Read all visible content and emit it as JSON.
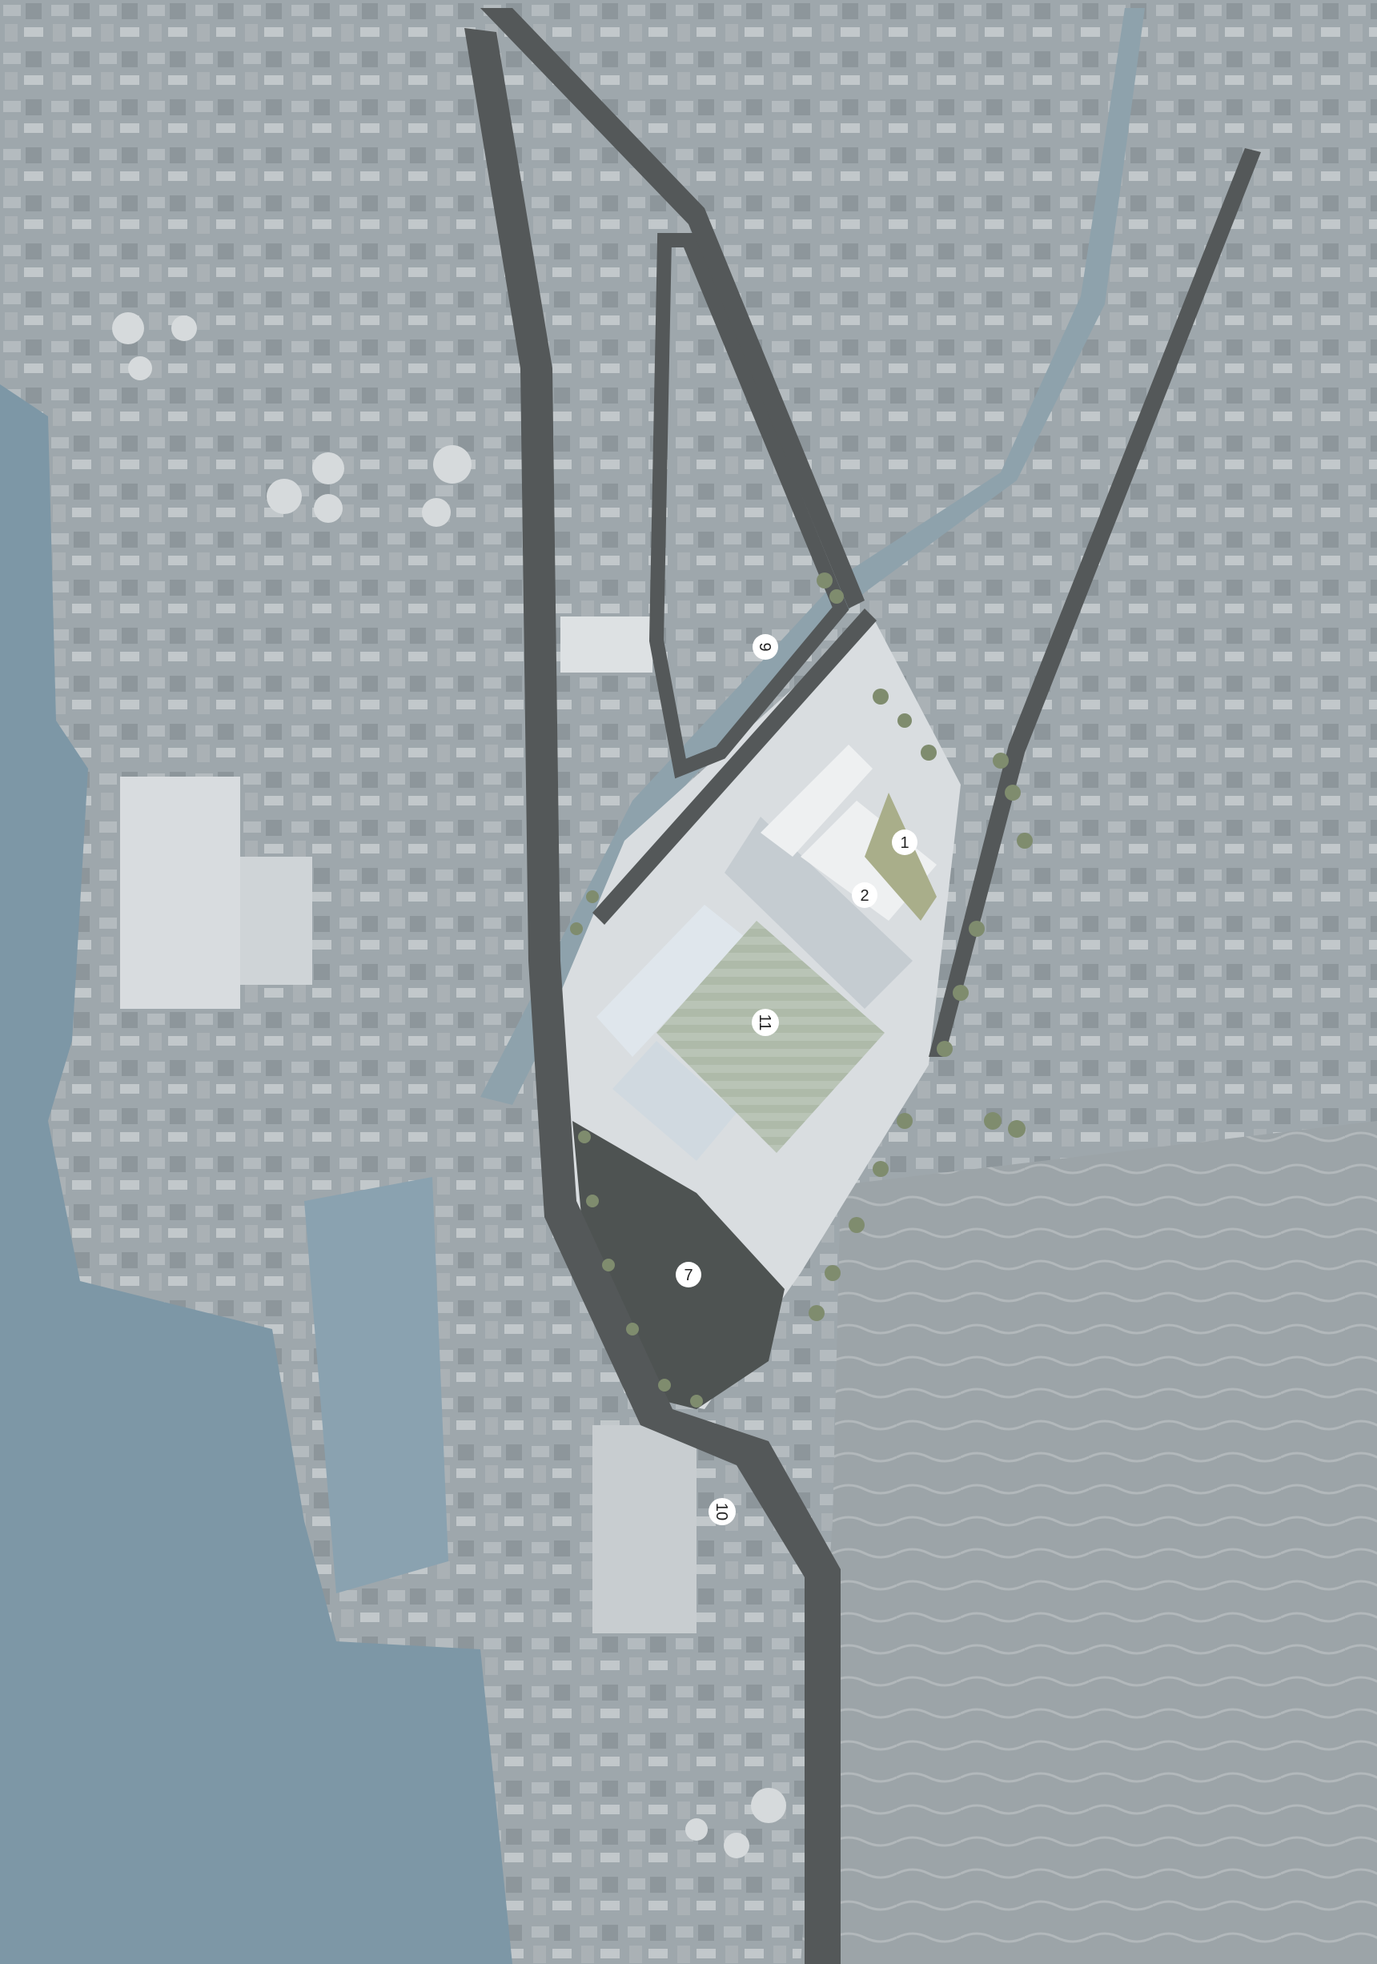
{
  "map": {
    "colors": {
      "water": "#7d97a6",
      "land": "#9aa3a8",
      "road": "#545859",
      "building": "#b7bdc0",
      "site": "#d9dde0",
      "roof": "#c9d2d8",
      "pitch": "#b7c2b5",
      "tree": "#7f8c6e",
      "parking": "#4e5352"
    },
    "markers": [
      {
        "id": "1",
        "label": "1"
      },
      {
        "id": "2",
        "label": "2"
      },
      {
        "id": "7",
        "label": "7"
      },
      {
        "id": "9",
        "label": "9"
      },
      {
        "id": "10",
        "label": "10"
      },
      {
        "id": "11",
        "label": "11"
      }
    ]
  }
}
